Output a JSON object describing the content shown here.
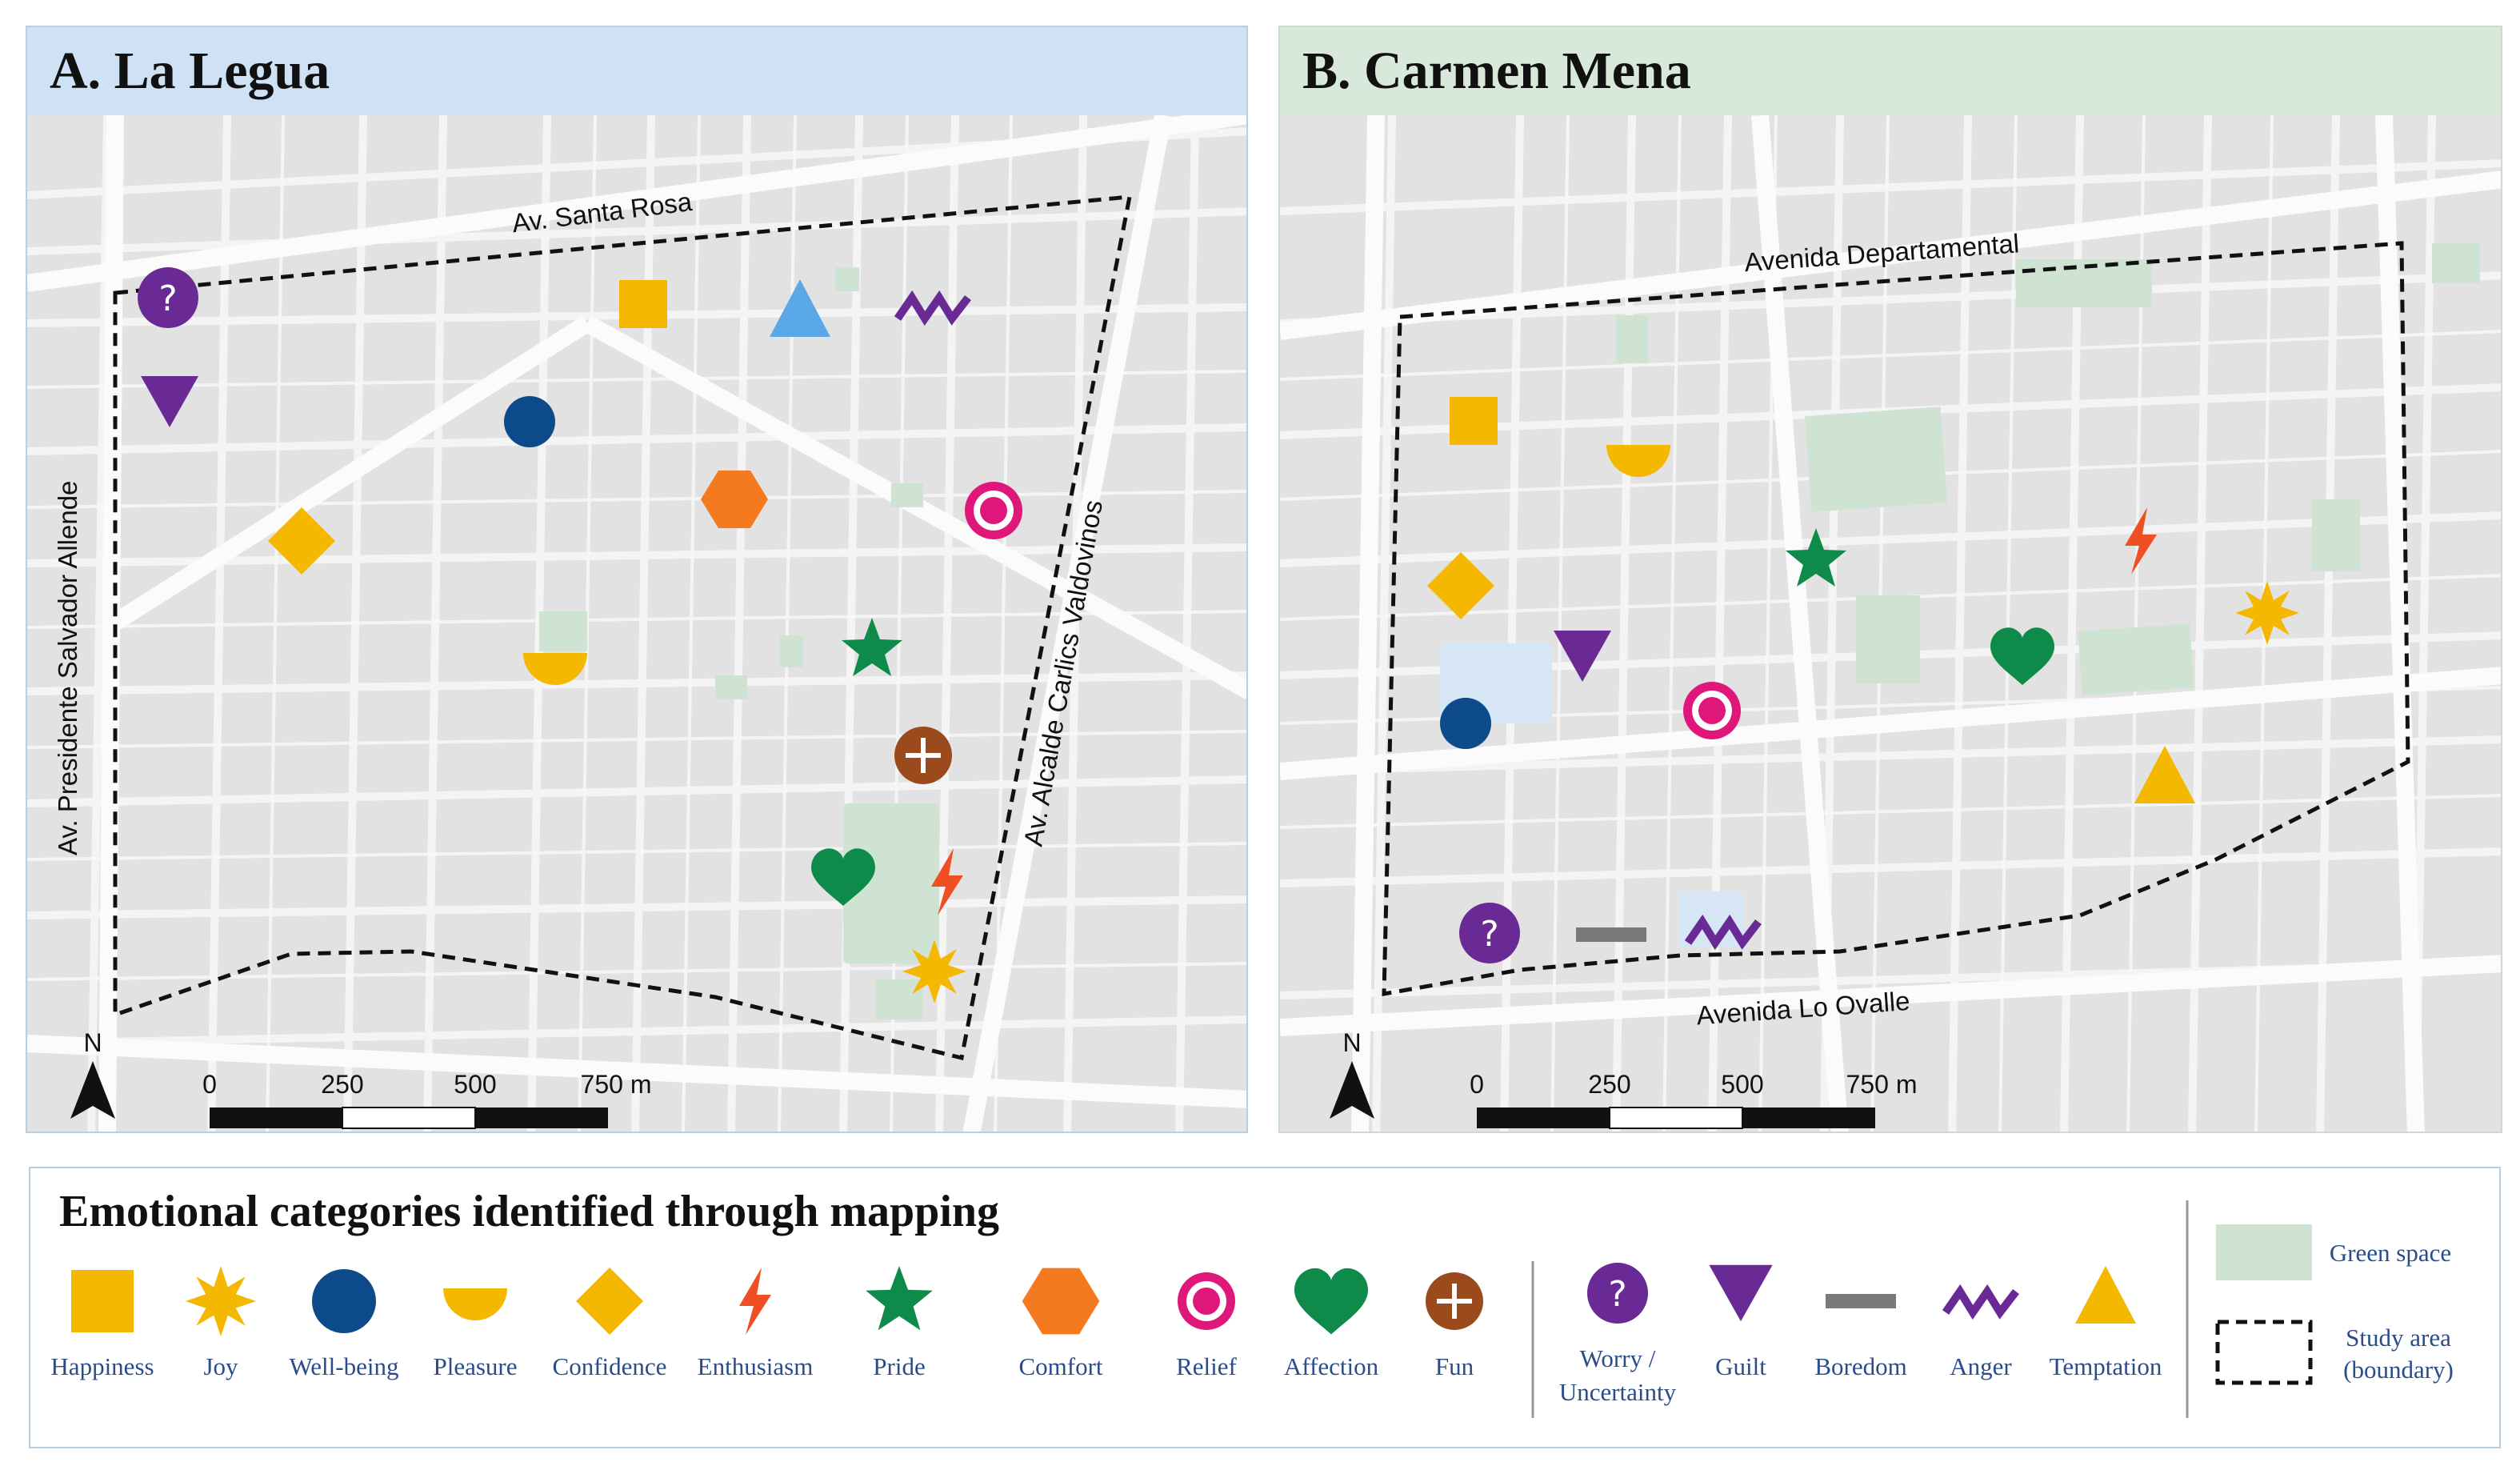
{
  "panels": {
    "a": {
      "title": "A. La Legua",
      "streets": [
        "Av. Santa Rosa",
        "Av. Presidente Salvador Allende",
        "Av. Alcalde Carlics Valdovinos"
      ],
      "north": "N",
      "scale": [
        "0",
        "250",
        "500",
        "750 m"
      ]
    },
    "b": {
      "title": "B. Carmen Mena",
      "streets": [
        "Avenida Departamental",
        "Avenida Lo Ovalle"
      ],
      "north": "N",
      "scale": [
        "0",
        "250",
        "500",
        "750 m"
      ]
    }
  },
  "legend": {
    "title": "Emotional categories identified through mapping",
    "positive": [
      {
        "name": "Happiness",
        "icon": "square-icon",
        "color": "#f5b800"
      },
      {
        "name": "Joy",
        "icon": "sunburst-icon",
        "color": "#f5b800"
      },
      {
        "name": "Well-being",
        "icon": "circle-icon",
        "color": "#0d4a8a"
      },
      {
        "name": "Pleasure",
        "icon": "half-circle-icon",
        "color": "#f5b800"
      },
      {
        "name": "Confidence",
        "icon": "diamond-icon",
        "color": "#f5b800"
      },
      {
        "name": "Enthusiasm",
        "icon": "lightning-icon",
        "color": "#f04e23"
      },
      {
        "name": "Pride",
        "icon": "star-icon",
        "color": "#0e8a4a"
      },
      {
        "name": "Comfort",
        "icon": "hexagon-icon",
        "color": "#f57a1f"
      },
      {
        "name": "Relief",
        "icon": "target-icon",
        "color": "#e0177a"
      },
      {
        "name": "Affection",
        "icon": "heart-icon",
        "color": "#0e8a4a"
      },
      {
        "name": "Fun",
        "icon": "plus-circle-icon",
        "color": "#9a4a1c"
      }
    ],
    "negative": [
      {
        "name": "Worry /",
        "name2": "Uncertainty",
        "icon": "question-circle-icon",
        "color": "#6a2a96"
      },
      {
        "name": "Guilt",
        "icon": "down-triangle-icon",
        "color": "#6a2a96"
      },
      {
        "name": "Boredom",
        "icon": "dash-icon",
        "color": "#7a7a7a"
      },
      {
        "name": "Anger",
        "icon": "zigzag-icon",
        "color": "#6a2a96"
      },
      {
        "name": "Temptation",
        "icon": "triangle-icon",
        "color": "#f5b800"
      }
    ],
    "areas": {
      "green_space": "Green space",
      "study_area_1": "Study area",
      "study_area_2": "(boundary)",
      "green_color": "#cfe3d2"
    }
  }
}
